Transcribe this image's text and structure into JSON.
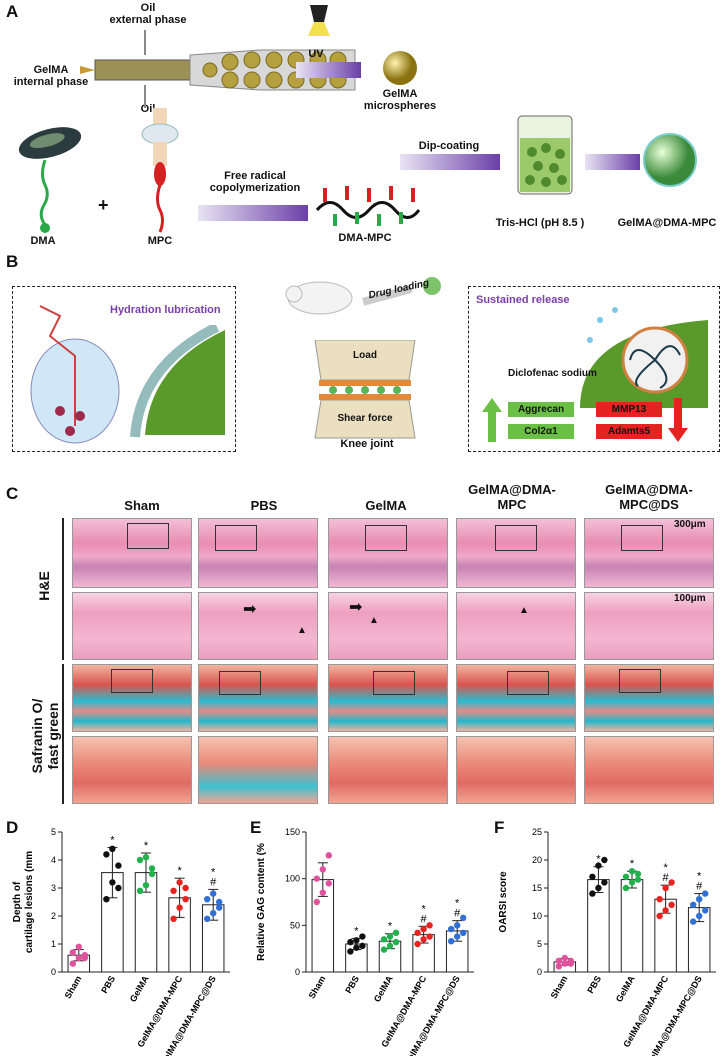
{
  "panelA": {
    "label": "A",
    "oil_external": "Oil\nexternal phase",
    "oil_bottom": "Oil",
    "gelma_internal": "GelMA\ninternal phase",
    "uv": "UV",
    "gelma_microspheres": "GelMA\nmicrospheres",
    "dip_coating": "Dip-coating",
    "tris": "Tris-HCl (pH 8.5 )",
    "product": "GelMA@DMA-MPC",
    "dma": "DMA",
    "plus": "+",
    "mpc": "MPC",
    "free_radical": "Free radical\ncopolymerization",
    "dma_mpc": "DMA-MPC"
  },
  "panelB": {
    "label": "B",
    "hydration": "Hydration lubrication",
    "drug_loading": "Drug loading",
    "load": "Load",
    "shear": "Shear force",
    "knee": "Knee joint",
    "sustained": "Sustained release",
    "diclofenac": "Diclofenac sodium",
    "up_genes": [
      "Aggrecan",
      "Col2α1"
    ],
    "down_genes": [
      "MMP13",
      "Adamts5"
    ],
    "colors": {
      "green": "#6abf45",
      "red": "#e52421",
      "purple": "#7a3fa8"
    }
  },
  "panelC": {
    "label": "C",
    "columns": [
      "Sham",
      "PBS",
      "GelMA",
      "GelMA@DMA-\nMPC",
      "GelMA@DMA-\nMPC@DS"
    ],
    "rows": [
      "H&E",
      "Safranin O/\nfast green"
    ],
    "scale_300": "300μm",
    "scale_100": "100μm"
  },
  "panelD": {
    "label": "D"
  },
  "panelE": {
    "label": "E"
  },
  "panelF": {
    "label": "F"
  },
  "chart_data": [
    {
      "type": "bar",
      "ylabel": "Depth of\ncartilage lesions (mm",
      "ylim": [
        0,
        5
      ],
      "yticks": [
        0,
        1,
        2,
        3,
        4,
        5
      ],
      "categories": [
        "Sham",
        "PBS",
        "GelMA",
        "GelMA@DMA-MPC",
        "GelMA@DMA-MPC@DS"
      ],
      "values": [
        0.6,
        3.55,
        3.55,
        2.65,
        2.4
      ],
      "errors": [
        0.2,
        0.9,
        0.7,
        0.7,
        0.55
      ],
      "points": [
        [
          0.3,
          0.5,
          0.6,
          0.7,
          0.9,
          0.5
        ],
        [
          2.6,
          3.2,
          3.8,
          4.2,
          4.4,
          3.0
        ],
        [
          2.9,
          3.1,
          3.7,
          4.0,
          4.1,
          3.5
        ],
        [
          1.9,
          2.3,
          2.6,
          2.9,
          3.2,
          3.0
        ],
        [
          1.9,
          2.1,
          2.3,
          2.6,
          2.8,
          2.5
        ]
      ],
      "markers": [
        "",
        "*",
        "*",
        "*",
        "*\n#"
      ],
      "colors": [
        "#e0529c",
        "#111111",
        "#22b14c",
        "#e52421",
        "#2f6fd6"
      ]
    },
    {
      "type": "bar",
      "ylabel": "Relative GAG content (%",
      "ylim": [
        0,
        150
      ],
      "yticks": [
        0,
        50,
        100,
        150
      ],
      "categories": [
        "Sham",
        "PBS",
        "GelMA",
        "GelMA@DMA-MPC",
        "GelMA@DMA-MPC@DS"
      ],
      "values": [
        99,
        30,
        33,
        40,
        44
      ],
      "errors": [
        18,
        6,
        8,
        9,
        11
      ],
      "points": [
        [
          75,
          85,
          95,
          100,
          110,
          125
        ],
        [
          22,
          26,
          28,
          32,
          34,
          38
        ],
        [
          24,
          28,
          32,
          35,
          38,
          42
        ],
        [
          30,
          35,
          38,
          42,
          46,
          50
        ],
        [
          33,
          38,
          42,
          46,
          50,
          58
        ]
      ],
      "markers": [
        "",
        "*",
        "*",
        "*\n#",
        "*\n#"
      ],
      "colors": [
        "#e0529c",
        "#111111",
        "#22b14c",
        "#e52421",
        "#2f6fd6"
      ]
    },
    {
      "type": "bar",
      "ylabel": "OARSI score",
      "ylim": [
        0,
        25
      ],
      "yticks": [
        0,
        5,
        10,
        15,
        20,
        25
      ],
      "categories": [
        "Sham",
        "PBS",
        "GelMA",
        "GelMA@DMA-MPC",
        "GelMA@DMA-MPC@DS"
      ],
      "values": [
        1.8,
        16.5,
        16.5,
        13.0,
        11.5
      ],
      "errors": [
        0.6,
        2.3,
        1.5,
        2.5,
        2.5
      ],
      "points": [
        [
          1,
          1.5,
          2,
          2,
          2.5,
          1.5
        ],
        [
          14,
          15,
          16,
          17,
          19,
          20
        ],
        [
          15,
          16,
          16.5,
          17,
          18,
          17.5
        ],
        [
          10,
          11,
          12,
          13,
          15,
          16
        ],
        [
          9,
          10,
          11,
          12,
          13,
          14
        ]
      ],
      "markers": [
        "",
        "*",
        "*",
        "*\n#",
        "*\n#"
      ],
      "colors": [
        "#e0529c",
        "#111111",
        "#22b14c",
        "#e52421",
        "#2f6fd6"
      ]
    }
  ]
}
